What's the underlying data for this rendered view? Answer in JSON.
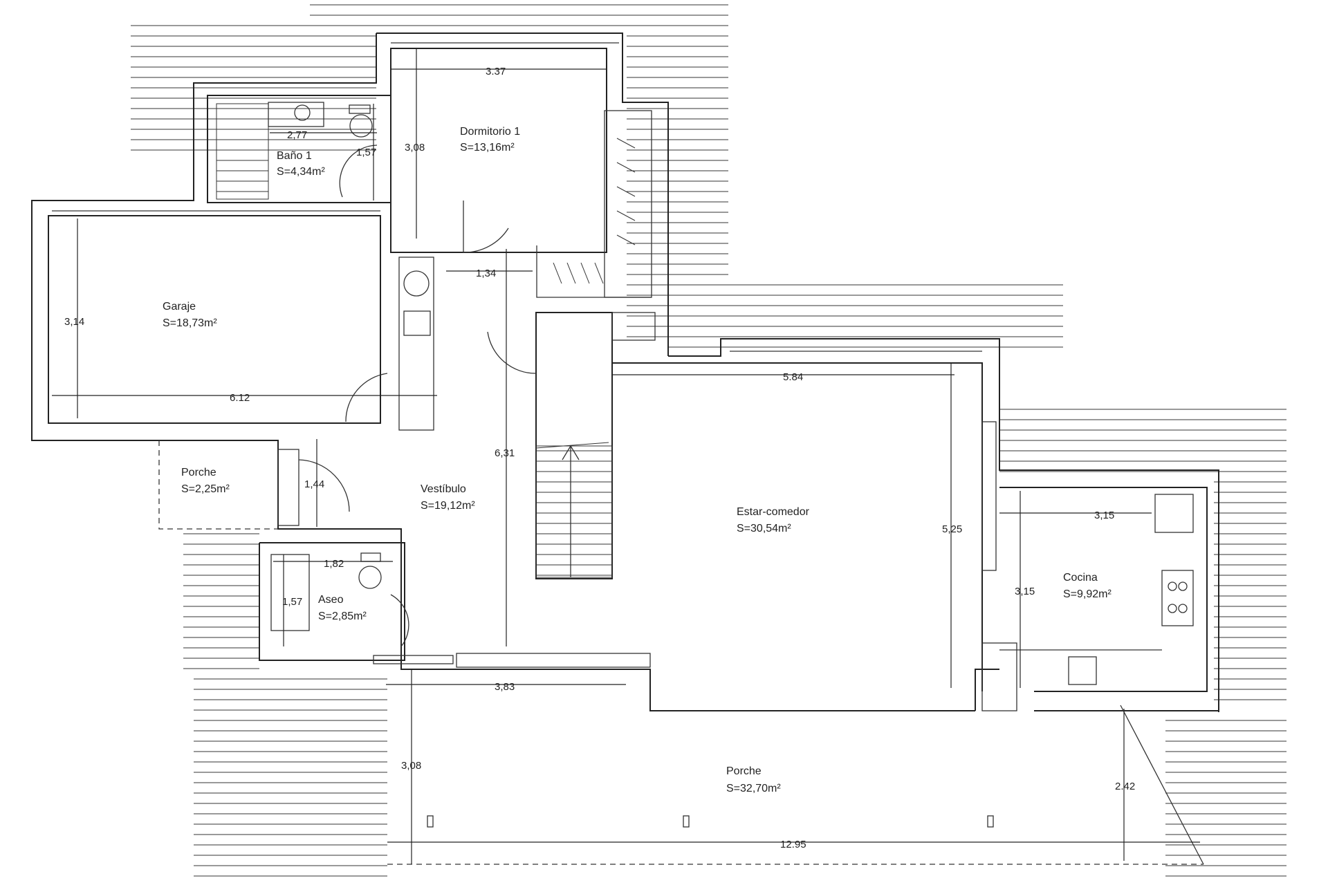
{
  "rooms": [
    {
      "name": "Dormitorio 1",
      "area": "S=13,16m²"
    },
    {
      "name": "Baño 1",
      "area": "S=4,34m²"
    },
    {
      "name": "Garaje",
      "area": "S=18,73m²"
    },
    {
      "name": "Porche",
      "area": "S=2,25m²"
    },
    {
      "name": "Vestíbulo",
      "area": "S=19,12m²"
    },
    {
      "name": "Aseo",
      "area": "S=2,85m²"
    },
    {
      "name": "Estar-comedor",
      "area": "S=30,54m²"
    },
    {
      "name": "Cocina",
      "area": "S=9,92m²"
    },
    {
      "name": "Porche",
      "area": "S=32,70m²"
    }
  ],
  "dimensions": [
    "3.37",
    "3,08",
    "2,77",
    "1,57",
    "1,34",
    "3,14",
    "6.12",
    "1,44",
    "6,31",
    "5.84",
    "5,25",
    "3,15",
    "3,15",
    "1,82",
    "1,57",
    "3,83",
    "3,08",
    "2.42",
    "12.95"
  ]
}
